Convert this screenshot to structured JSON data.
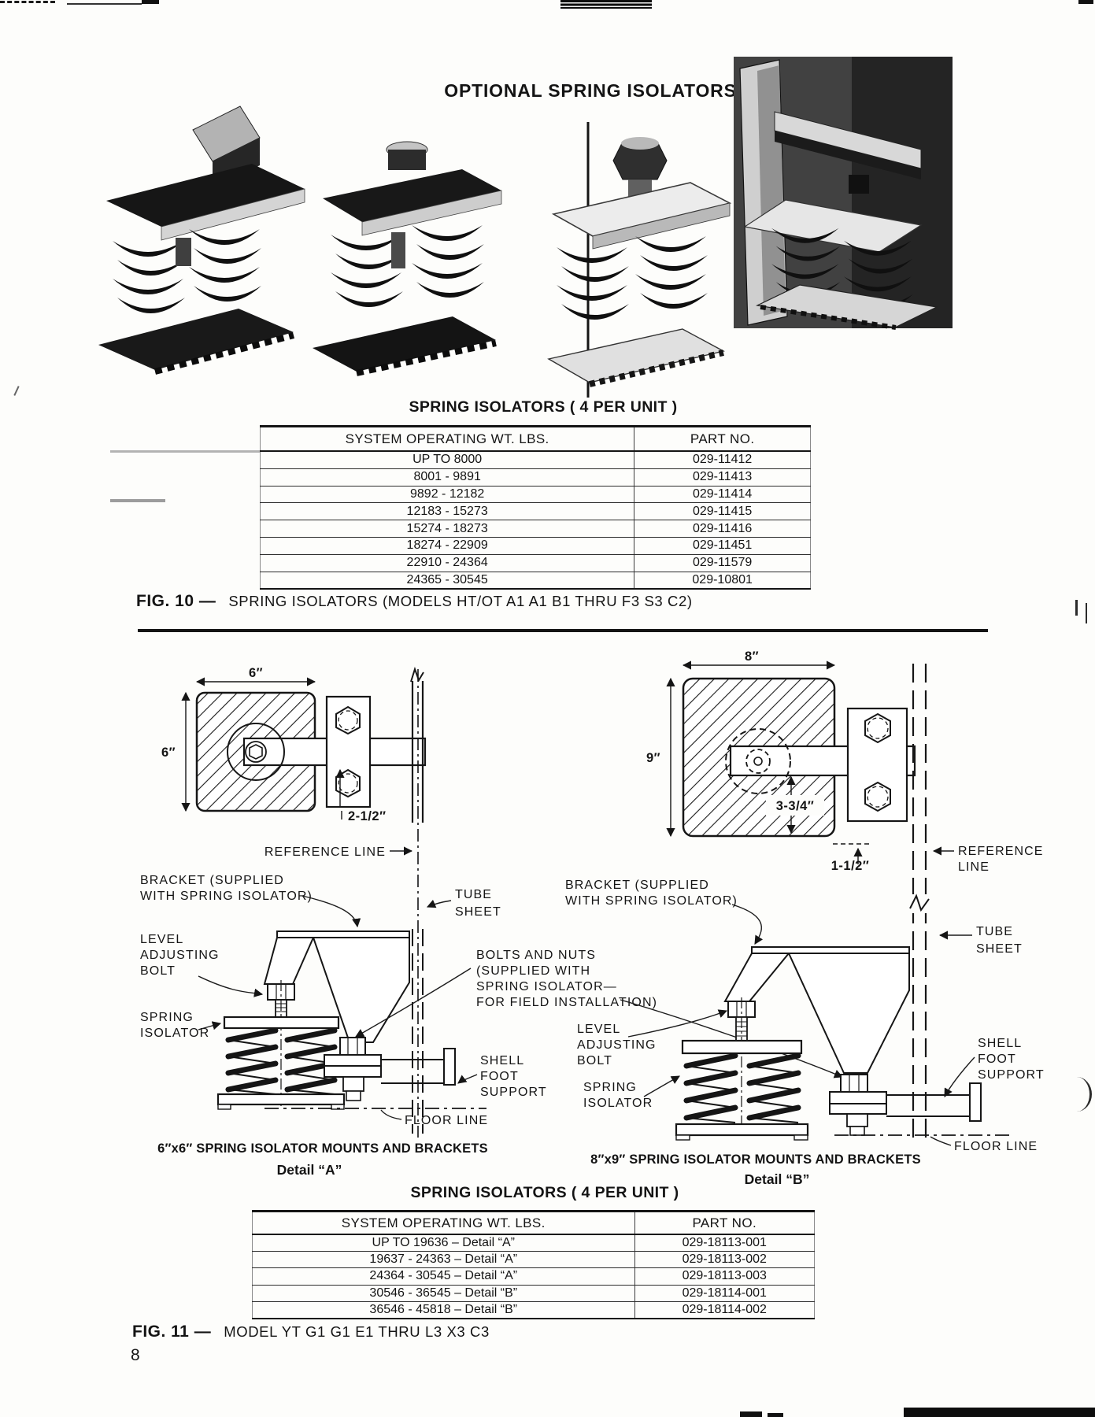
{
  "title": "OPTIONAL SPRING ISOLATORS",
  "page_number": "8",
  "fig10": {
    "table_heading": "SPRING ISOLATORS ( 4 PER UNIT )",
    "caption_prefix": "FIG. 10 —",
    "caption_text": "SPRING ISOLATORS (MODELS HT/OT A1 A1 B1 THRU F3 S3 C2)",
    "table": {
      "col1_header": "SYSTEM OPERATING WT. LBS.",
      "col2_header": "PART NO.",
      "rows": [
        {
          "weight": "UP TO 8000",
          "part": "029-11412"
        },
        {
          "weight": "8001 - 9891",
          "part": "029-11413"
        },
        {
          "weight": "9892 - 12182",
          "part": "029-11414"
        },
        {
          "weight": "12183 - 15273",
          "part": "029-11415"
        },
        {
          "weight": "15274 - 18273",
          "part": "029-11416"
        },
        {
          "weight": "18274 - 22909",
          "part": "029-11451"
        },
        {
          "weight": "22910 - 24364",
          "part": "029-11579"
        },
        {
          "weight": "24365 - 30545",
          "part": "029-10801"
        }
      ]
    }
  },
  "fig11": {
    "table_heading": "SPRING ISOLATORS ( 4 PER UNIT )",
    "caption_prefix": "FIG. 11 —",
    "caption_text": "MODEL YT G1 G1 E1 THRU L3 X3 C3",
    "table": {
      "col1_header": "SYSTEM OPERATING WT. LBS.",
      "col2_header": "PART NO.",
      "rows": [
        {
          "weight": "UP TO 19636 – Detail “A”",
          "part": "029-18113-001"
        },
        {
          "weight": "19637 - 24363 – Detail “A”",
          "part": "029-18113-002"
        },
        {
          "weight": "24364 - 30545 – Detail “A”",
          "part": "029-18113-003"
        },
        {
          "weight": "30546 - 36545 – Detail “B”",
          "part": "029-18114-001"
        },
        {
          "weight": "36546 - 45818 – Detail “B”",
          "part": "029-18114-002"
        }
      ]
    },
    "labels": {
      "reference_line": "REFERENCE LINE",
      "reference_l1": "REFERENCE",
      "reference_l2": "LINE",
      "bracket_l1": "BRACKET (SUPPLIED",
      "bracket_l2": "WITH SPRING ISOLATOR)",
      "tube_l1": "TUBE",
      "tube_l2": "SHEET",
      "level_l1": "LEVEL",
      "level_l2": "ADJUSTING",
      "level_l3": "BOLT",
      "spring_l1": "SPRING",
      "spring_l2": "ISOLATOR",
      "bolts_l1": "BOLTS AND NUTS",
      "bolts_l2": "(SUPPLIED WITH",
      "bolts_l3": "SPRING ISOLATOR—",
      "bolts_l4": "FOR FIELD INSTALLATION)",
      "shell_l1": "SHELL",
      "shell_l2": "FOOT",
      "shell_l3": "SUPPORT",
      "floor_line": "FLOOR LINE"
    },
    "detail_a": {
      "dim_width": "6″",
      "dim_height": "6″",
      "dim_offset": "2-1/2″",
      "caption_line1": "6″x6″ SPRING ISOLATOR MOUNTS AND BRACKETS",
      "caption_line2": "Detail “A”"
    },
    "detail_b": {
      "dim_width": "8″",
      "dim_height": "9″",
      "dim_d1": "3-3/4″",
      "dim_d2": "1-1/2″",
      "caption_line1": "8″x9″ SPRING ISOLATOR MOUNTS AND BRACKETS",
      "caption_line2": "Detail “B”"
    }
  }
}
